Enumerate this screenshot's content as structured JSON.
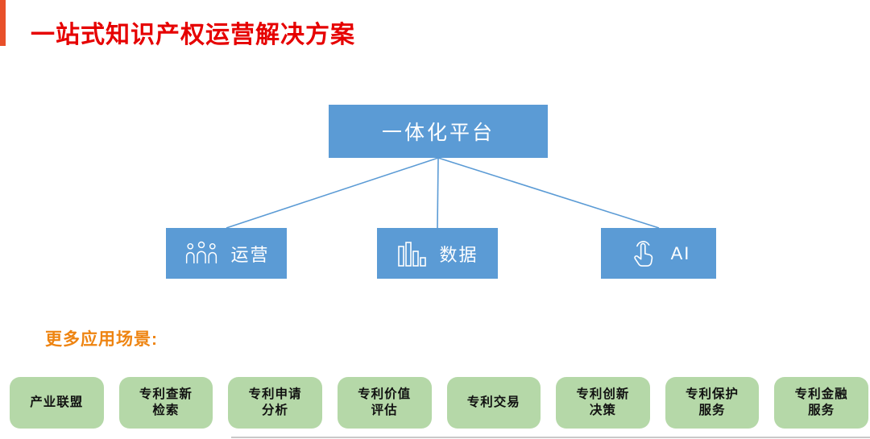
{
  "page": {
    "title": "一站式知识产权运营解决方案"
  },
  "diagram": {
    "root": {
      "label": "一体化平台"
    },
    "children": [
      {
        "label": "运营",
        "icon": "people-icon"
      },
      {
        "label": "数据",
        "icon": "bar-chart-icon"
      },
      {
        "label": "AI",
        "icon": "touch-icon"
      }
    ]
  },
  "scenarios": {
    "heading": "更多应用场景:",
    "items": [
      {
        "label": "产业联盟"
      },
      {
        "label": "专利查新\n检索"
      },
      {
        "label": "专利申请\n分析"
      },
      {
        "label": "专利价值\n评估"
      },
      {
        "label": "专利交易"
      },
      {
        "label": "专利创新\n决策"
      },
      {
        "label": "专利保护\n服务"
      },
      {
        "label": "专利金融\n服务"
      }
    ]
  },
  "colors": {
    "title_red": "#e60000",
    "box_blue": "#5b9bd5",
    "line_blue": "#5b9bd5",
    "pill_green": "#b5d8a8",
    "pill_text": "#111111",
    "heading_orange": "#ee8411",
    "strip_red": "#e8502a",
    "divider_gray": "#c9c9c9"
  }
}
